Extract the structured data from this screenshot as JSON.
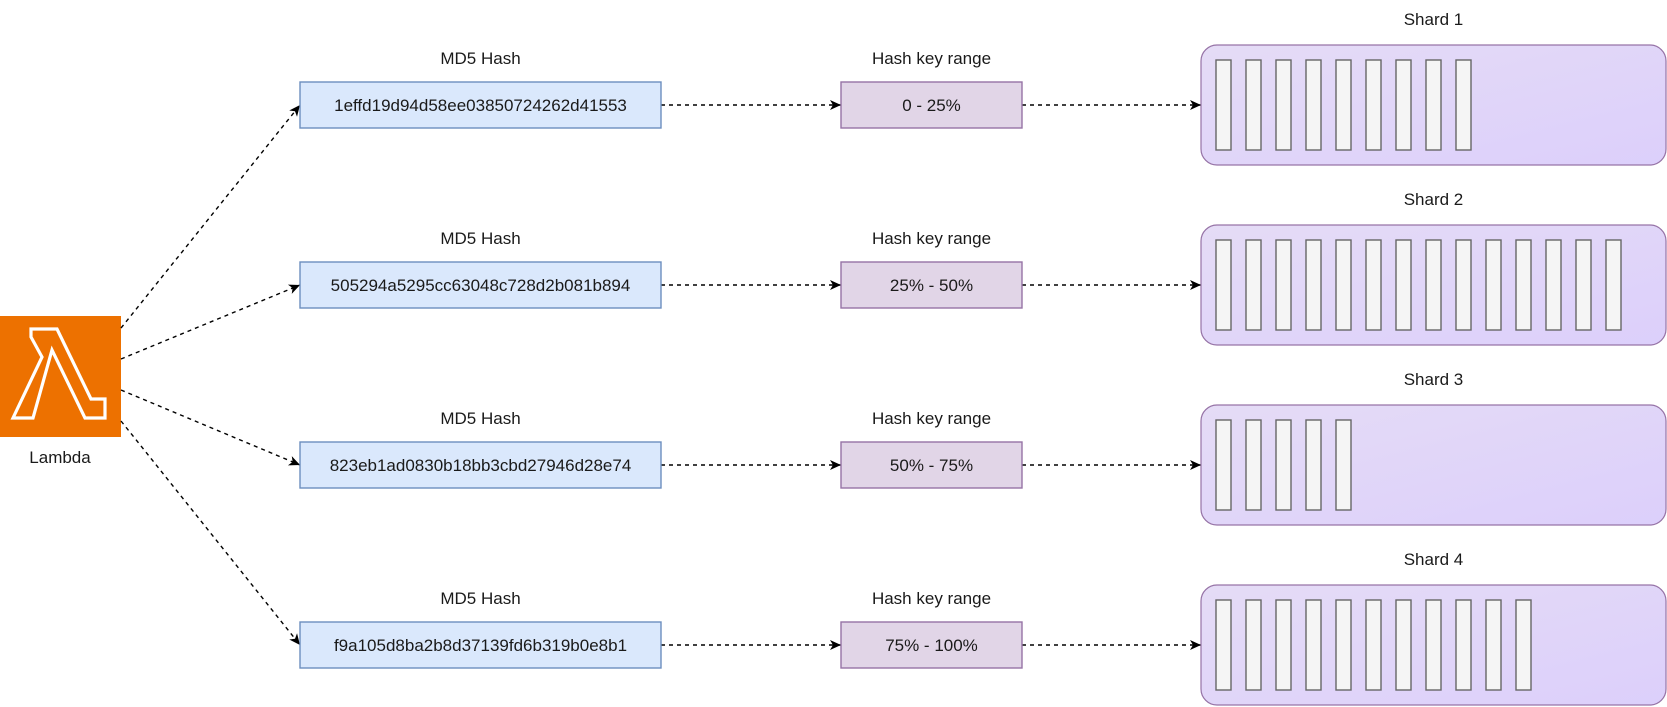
{
  "lambda": {
    "label": "Lambda",
    "color": "#ED7100"
  },
  "colors": {
    "hash_fill": "#dae8fc",
    "hash_stroke": "#6c8ebf",
    "range_fill": "#e1d5e7",
    "range_stroke": "#9673a6",
    "shard_fill_start": "#e5dcf6",
    "shard_fill_end": "#dccffb",
    "record_fill": "#f5f5f5",
    "record_stroke": "#666666"
  },
  "rows": [
    {
      "hash_title": "MD5 Hash",
      "hash": "1effd19d94d58ee03850724262d41553",
      "range_title": "Hash key range",
      "range": "0 - 25%",
      "shard_title": "Shard 1",
      "records": 9
    },
    {
      "hash_title": "MD5 Hash",
      "hash": "505294a5295cc63048c728d2b081b894",
      "range_title": "Hash key range",
      "range": "25% - 50%",
      "shard_title": "Shard 2",
      "records": 14
    },
    {
      "hash_title": "MD5 Hash",
      "hash": "823eb1ad0830b18bb3cbd27946d28e74",
      "range_title": "Hash key range",
      "range": "50% - 75%",
      "shard_title": "Shard 3",
      "records": 5
    },
    {
      "hash_title": "MD5 Hash",
      "hash": "f9a105d8ba2b8d37139fd6b319b0e8b1",
      "range_title": "Hash key range",
      "range": "75% - 100%",
      "shard_title": "Shard 4",
      "records": 11
    }
  ]
}
